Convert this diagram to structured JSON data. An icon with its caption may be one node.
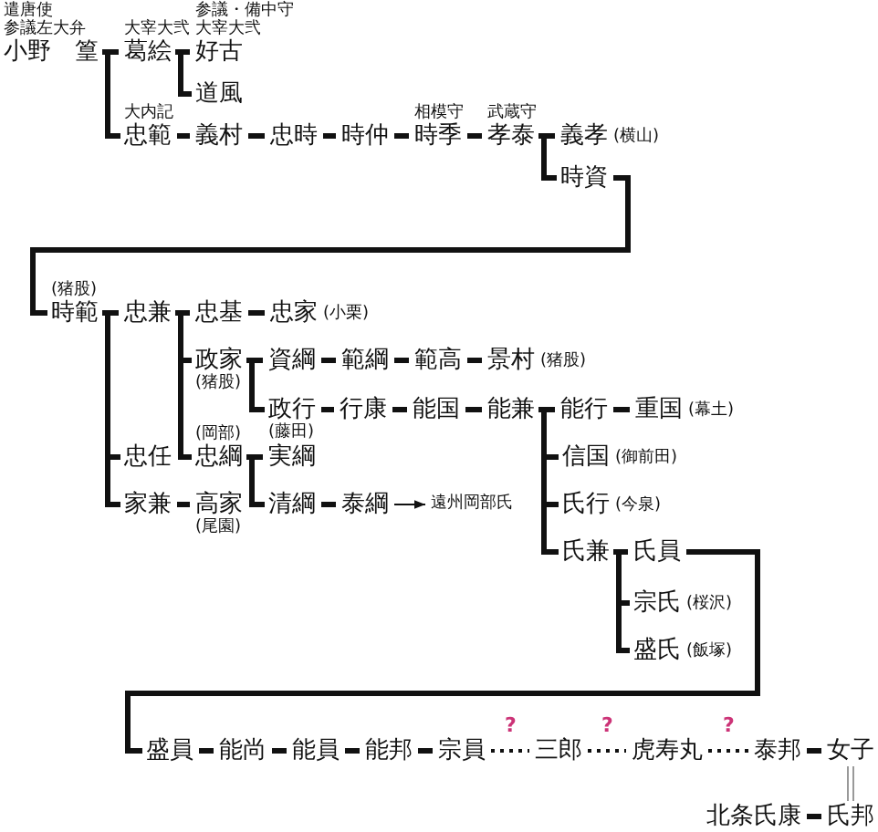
{
  "diagram": {
    "nodes": [
      {
        "text": [
          "小野　篁"
        ],
        "beside": [
          "遣唐使",
          "参議左大弁"
        ]
      },
      {
        "text": [
          "葛絵"
        ],
        "beside": [
          "大宰大弐"
        ]
      },
      {
        "text": [
          "好古"
        ],
        "beside": [
          "参議・備中守",
          "大宰大弐"
        ]
      },
      {
        "text": [
          "道風"
        ]
      },
      {
        "text": [
          "忠範"
        ],
        "beside": [
          "大内記"
        ]
      },
      {
        "text": [
          "義村"
        ]
      },
      {
        "text": [
          "忠時"
        ]
      },
      {
        "text": [
          "時仲"
        ]
      },
      {
        "text": [
          "時季"
        ],
        "beside": [
          "相模守"
        ]
      },
      {
        "text": [
          "孝泰"
        ],
        "beside": [
          "武蔵守"
        ]
      },
      {
        "text": [
          "義孝"
        ],
        "beside": [
          "(横山)"
        ]
      },
      {
        "text": [
          "時資"
        ]
      },
      {
        "text": [
          "時範"
        ],
        "beside": [
          "(猪股)"
        ]
      },
      {
        "text": [
          "忠兼"
        ]
      },
      {
        "text": [
          "忠基"
        ]
      },
      {
        "text": [
          "忠家"
        ],
        "beside": [
          "(小栗)"
        ]
      },
      {
        "text": [
          "政家"
        ],
        "beside": [
          "(猪股)"
        ]
      },
      {
        "text": [
          "資綱"
        ]
      },
      {
        "text": [
          "範綱"
        ]
      },
      {
        "text": [
          "範高"
        ]
      },
      {
        "text": [
          "景村"
        ],
        "beside": [
          "(猪股)"
        ]
      },
      {
        "text": [
          "政行"
        ],
        "beside": [
          "(藤田)"
        ]
      },
      {
        "text": [
          "行康"
        ]
      },
      {
        "text": [
          "能国"
        ]
      },
      {
        "text": [
          "能兼"
        ]
      },
      {
        "text": [
          "能行"
        ]
      },
      {
        "text": [
          "重国"
        ],
        "beside": [
          "(幕土)"
        ]
      },
      {
        "text": [
          "忠任"
        ]
      },
      {
        "text": [
          "忠綱"
        ],
        "beside": [
          "(岡部)"
        ]
      },
      {
        "text": [
          "実綱"
        ]
      },
      {
        "text": [
          "家兼"
        ]
      },
      {
        "text": [
          "高家"
        ],
        "beside": [
          "(尾園)"
        ]
      },
      {
        "text": [
          "清綱"
        ]
      },
      {
        "text": [
          "泰綱"
        ]
      },
      {
        "text": [
          "遠州岡部氏"
        ]
      },
      {
        "text": [
          "信国"
        ],
        "beside": [
          "(御前田)"
        ]
      },
      {
        "text": [
          "氏行"
        ],
        "beside": [
          "(今泉)"
        ]
      },
      {
        "text": [
          "氏兼"
        ]
      },
      {
        "text": [
          "氏員"
        ]
      },
      {
        "text": [
          "宗氏"
        ],
        "beside": [
          "(桜沢)"
        ]
      },
      {
        "text": [
          "盛氏"
        ],
        "beside": [
          "(飯塚)"
        ]
      },
      {
        "text": [
          "盛員"
        ]
      },
      {
        "text": [
          "能尚"
        ]
      },
      {
        "text": [
          "能員"
        ]
      },
      {
        "text": [
          "能邦"
        ]
      },
      {
        "text": [
          "宗員"
        ]
      },
      {
        "text": [
          "三郎"
        ]
      },
      {
        "text": [
          "虎寿丸"
        ]
      },
      {
        "text": [
          "泰邦"
        ]
      },
      {
        "text": [
          "女子"
        ]
      },
      {
        "text": [
          "北条氏康"
        ]
      },
      {
        "text": [
          "氏邦"
        ]
      }
    ],
    "edges": [
      {
        "from": 0,
        "to": 1,
        "arrow": "none"
      },
      {
        "from": 1,
        "to": 2,
        "arrow": "none"
      },
      {
        "from": 1,
        "to": 3,
        "arrow": "none"
      },
      {
        "from": 0,
        "to": 4,
        "arrow": "none"
      },
      {
        "from": 4,
        "to": 5,
        "arrow": "none"
      },
      {
        "from": 5,
        "to": 6,
        "arrow": "none"
      },
      {
        "from": 6,
        "to": 7,
        "arrow": "none"
      },
      {
        "from": 7,
        "to": 8,
        "arrow": "none"
      },
      {
        "from": 8,
        "to": 9,
        "arrow": "none"
      },
      {
        "from": 9,
        "to": 10,
        "arrow": "none"
      },
      {
        "from": 9,
        "to": 11,
        "arrow": "none"
      },
      {
        "from": 11,
        "to": 12,
        "arrow": "none"
      },
      {
        "from": 12,
        "to": 13,
        "arrow": "none"
      },
      {
        "from": 12,
        "to": 27,
        "arrow": "none"
      },
      {
        "from": 12,
        "to": 30,
        "arrow": "none"
      },
      {
        "from": 13,
        "to": 14,
        "arrow": "none"
      },
      {
        "from": 13,
        "to": 16,
        "arrow": "none"
      },
      {
        "from": 13,
        "to": 28,
        "arrow": "none"
      },
      {
        "from": 14,
        "to": 15,
        "arrow": "none"
      },
      {
        "from": 16,
        "to": 17,
        "arrow": "none"
      },
      {
        "from": 16,
        "to": 21,
        "arrow": "none"
      },
      {
        "from": 17,
        "to": 18,
        "arrow": "none"
      },
      {
        "from": 18,
        "to": 19,
        "arrow": "none"
      },
      {
        "from": 19,
        "to": 20,
        "arrow": "none"
      },
      {
        "from": 21,
        "to": 22,
        "arrow": "none"
      },
      {
        "from": 22,
        "to": 23,
        "arrow": "none"
      },
      {
        "from": 23,
        "to": 24,
        "arrow": "none"
      },
      {
        "from": 24,
        "to": 25,
        "arrow": "none"
      },
      {
        "from": 24,
        "to": 35,
        "arrow": "none"
      },
      {
        "from": 24,
        "to": 36,
        "arrow": "none"
      },
      {
        "from": 24,
        "to": 37,
        "arrow": "none"
      },
      {
        "from": 25,
        "to": 26,
        "arrow": "none"
      },
      {
        "from": 28,
        "to": 29,
        "arrow": "none"
      },
      {
        "from": 28,
        "to": 32,
        "arrow": "none"
      },
      {
        "from": 30,
        "to": 31,
        "arrow": "none"
      },
      {
        "from": 32,
        "to": 33,
        "arrow": "none"
      },
      {
        "from": 33,
        "to": 34,
        "arrow": "to"
      },
      {
        "from": 37,
        "to": 38,
        "arrow": "none"
      },
      {
        "from": 37,
        "to": 39,
        "arrow": "none"
      },
      {
        "from": 37,
        "to": 40,
        "arrow": "none"
      },
      {
        "from": 38,
        "to": 41,
        "arrow": "none"
      },
      {
        "from": 41,
        "to": 42,
        "arrow": "none"
      },
      {
        "from": 42,
        "to": 43,
        "arrow": "none"
      },
      {
        "from": 43,
        "to": 44,
        "arrow": "none"
      },
      {
        "from": 44,
        "to": 45,
        "arrow": "none"
      },
      {
        "from": 45,
        "to": 46,
        "arrow": "none",
        "style": "dashed",
        "label": "?"
      },
      {
        "from": 46,
        "to": 47,
        "arrow": "none",
        "style": "dashed",
        "label": "?"
      },
      {
        "from": 47,
        "to": 48,
        "arrow": "none",
        "style": "dashed",
        "label": "?"
      },
      {
        "from": 48,
        "to": 49,
        "arrow": "none"
      },
      {
        "from": 49,
        "to": 51,
        "arrow": "none",
        "color": "#999999"
      },
      {
        "from": 50,
        "to": 51,
        "arrow": "none"
      }
    ]
  }
}
